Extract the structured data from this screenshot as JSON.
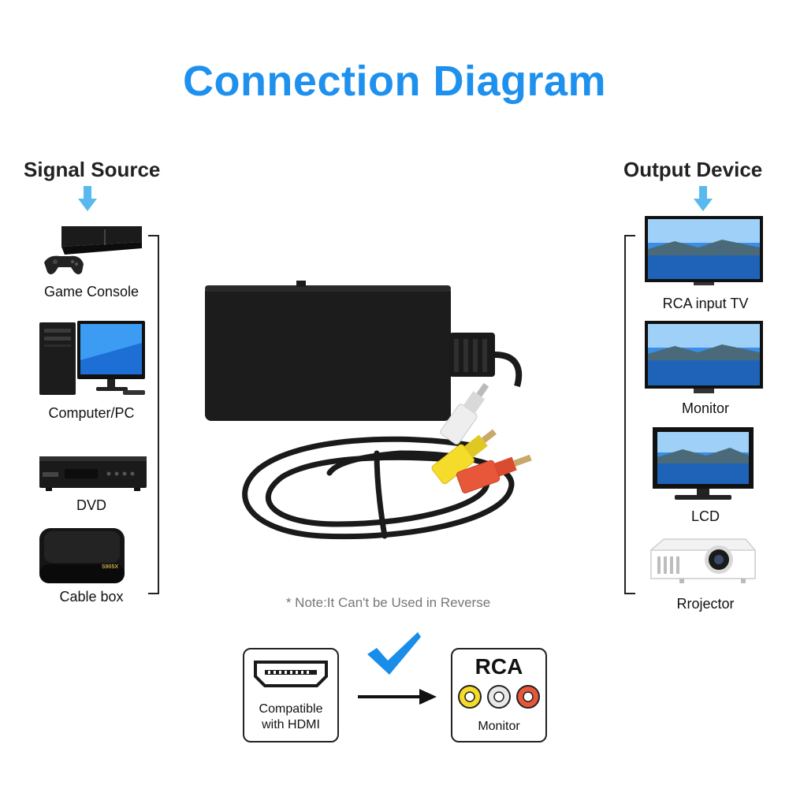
{
  "title": "Connection Diagram",
  "signal_source": {
    "heading": "Signal Source",
    "items": [
      {
        "label": "Game Console",
        "icon": "game-console-icon"
      },
      {
        "label": "Computer/PC",
        "icon": "computer-icon"
      },
      {
        "label": "DVD",
        "icon": "dvd-player-icon"
      },
      {
        "label": "Cable box",
        "icon": "cable-box-icon"
      }
    ]
  },
  "output_device": {
    "heading": "Output Device",
    "items": [
      {
        "label": "RCA input TV",
        "icon": "tv-icon"
      },
      {
        "label": "Monitor",
        "icon": "monitor-icon"
      },
      {
        "label": "LCD",
        "icon": "lcd-icon"
      },
      {
        "label": "Rrojector",
        "icon": "projector-icon"
      }
    ]
  },
  "note": "* Note:It Can't be Used in Reverse",
  "flow": {
    "input_box": {
      "line1": "Compatible",
      "line2": "with HDMI",
      "icon": "hdmi-port-icon"
    },
    "output_box": {
      "heading": "RCA",
      "label": "Monitor",
      "icon": "rca-jacks-icon"
    },
    "check_icon": "checkmark-icon",
    "arrow_icon": "right-arrow-icon"
  },
  "device_text": {
    "box_model": "S905X"
  },
  "colors": {
    "title": "#1e90ee",
    "arrow": "#58b9ee",
    "check": "#1a8de8",
    "rca_yellow": "#f5dc2b",
    "rca_white": "#e8e8e8",
    "rca_red": "#e8573a"
  }
}
